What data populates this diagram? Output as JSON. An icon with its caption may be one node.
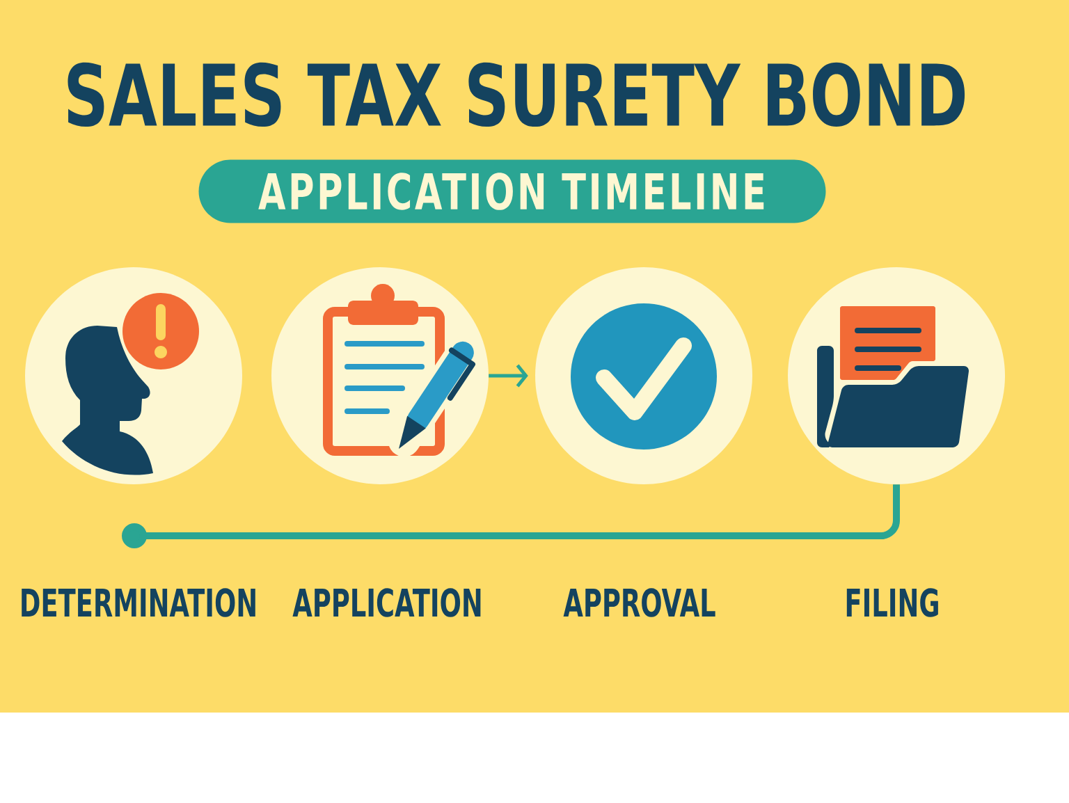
{
  "diagram": {
    "title": "SALES TAX SURETY BOND",
    "nodes": [
      {
        "text": [
          "APPLICATION TIMELINE"
        ]
      },
      {
        "text": [],
        "shape": "picture",
        "beside": [
          "DETERMINATION"
        ]
      },
      {
        "text": [],
        "shape": "picture",
        "beside": [
          "APPLICATION"
        ]
      },
      {
        "text": [],
        "shape": "picture",
        "beside": [
          "APPROVAL"
        ]
      },
      {
        "text": [],
        "shape": "picture",
        "beside": [
          "FILING"
        ]
      }
    ],
    "edges": [
      {
        "from": 2,
        "to": 3,
        "arrow": "to"
      },
      {
        "from": null,
        "to": 4,
        "arrow": "other",
        "style": "thick"
      }
    ]
  }
}
